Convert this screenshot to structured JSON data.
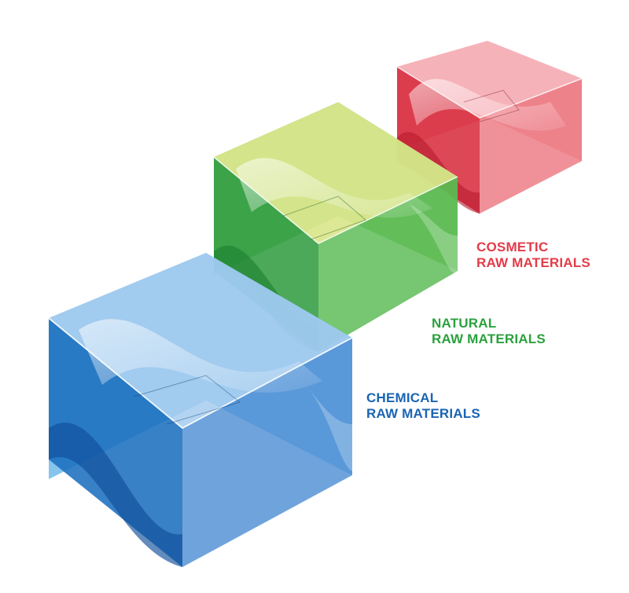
{
  "cubes": [
    {
      "key": "cosmetic",
      "line1": "COSMETIC",
      "line2": "RAW MATERIALS",
      "color": "#e23c48",
      "front": "#d7283a",
      "top": "#f6b2b8",
      "side": "#ec7580",
      "back": "#f39aa2"
    },
    {
      "key": "natural",
      "line1": "NATURAL",
      "line2": "RAW MATERIALS",
      "color": "#2aa13e",
      "front": "#2b9a3c",
      "top": "#d9e68a",
      "side": "#55b84e",
      "back": "#7cc564"
    },
    {
      "key": "chemical",
      "line1": "CHEMICAL",
      "line2": "RAW MATERIALS",
      "color": "#1a64b4",
      "front": "#1c6fbf",
      "top": "#a6ccef",
      "side": "#4f8fd4",
      "back": "#5eb0e8"
    }
  ]
}
